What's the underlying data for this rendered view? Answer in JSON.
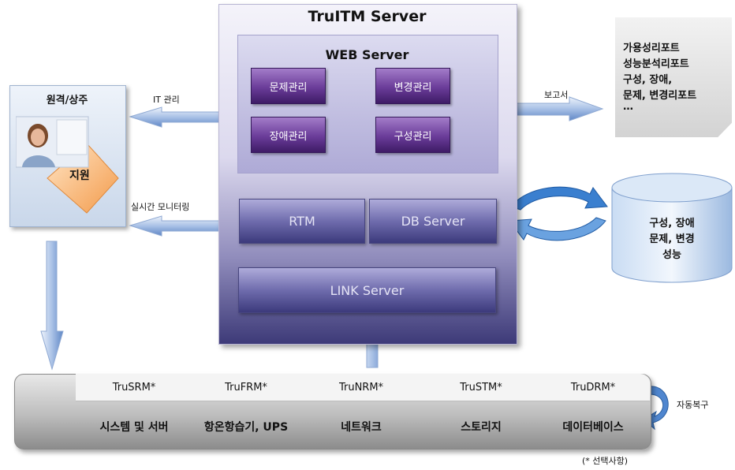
{
  "server": {
    "title": "TruITM Server",
    "web_title": "WEB Server",
    "modules": [
      "문제관리",
      "변경관리",
      "장애관리",
      "구성관리"
    ],
    "rtm": "RTM",
    "db": "DB Server",
    "link": "LINK Server"
  },
  "client": {
    "title": "원격/상주",
    "support": "지원"
  },
  "labels": {
    "it_manage": "IT 관리",
    "realtime_monitor": "실시간 모니터링",
    "report": "보고서",
    "auto_recover": "자동복구",
    "optional_note": "(* 선택사항)"
  },
  "report_doc": {
    "lines": [
      "가용성리포트",
      "성능분석리포트",
      "구성, 장애,",
      "문제, 변경리포트",
      "…"
    ]
  },
  "database": {
    "lines": [
      "구성, 장애",
      "문제, 변경",
      "성능"
    ]
  },
  "tray": {
    "products": [
      "TruSRM*",
      "TruFRM*",
      "TruNRM*",
      "TruSTM*",
      "TruDRM*"
    ],
    "categories": [
      "시스템 및 서버",
      "항온항습기, UPS",
      "네트워크",
      "스토리지",
      "데이터베이스"
    ]
  },
  "colors": {
    "module_purple": "#6a3c99",
    "server_slab": "#6f6cad",
    "arrow_blue": "#4f7fc9"
  }
}
